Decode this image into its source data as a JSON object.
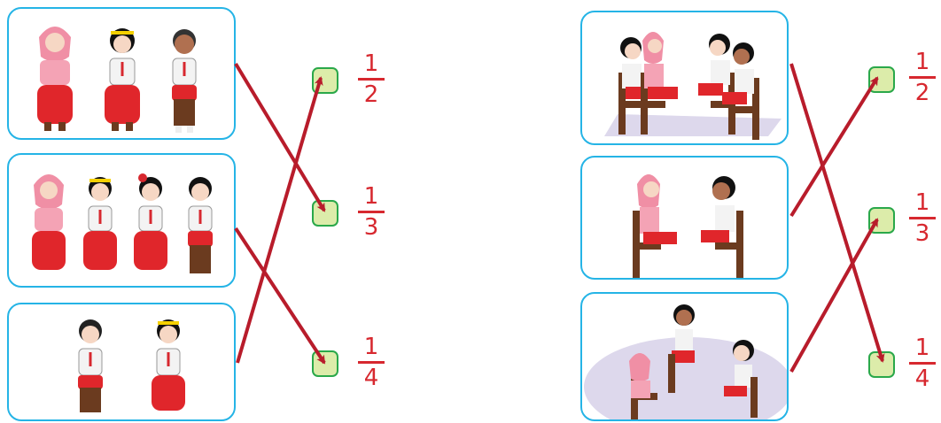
{
  "left_exercise": {
    "fractions": [
      {
        "numerator": "1",
        "denominator": "2"
      },
      {
        "numerator": "1",
        "denominator": "3"
      },
      {
        "numerator": "1",
        "denominator": "4"
      }
    ],
    "cards": [
      {
        "description_icon": "three-children-sitting-icon"
      },
      {
        "description_icon": "four-children-sitting-icon"
      },
      {
        "description_icon": "two-children-sitting-icon"
      }
    ]
  },
  "right_exercise": {
    "fractions": [
      {
        "numerator": "1",
        "denominator": "2"
      },
      {
        "numerator": "1",
        "denominator": "3"
      },
      {
        "numerator": "1",
        "denominator": "4"
      }
    ],
    "cards": [
      {
        "description_icon": "four-children-chairs-facing-icon"
      },
      {
        "description_icon": "two-children-chairs-facing-icon"
      },
      {
        "description_icon": "three-children-chairs-circle-icon"
      }
    ]
  },
  "colors": {
    "card_border": "#25b4e6",
    "arrow": "#b81c2b",
    "fraction_text": "#d7282f",
    "answer_box_fill": "#dcecaa",
    "answer_box_border": "#2aa84a"
  }
}
